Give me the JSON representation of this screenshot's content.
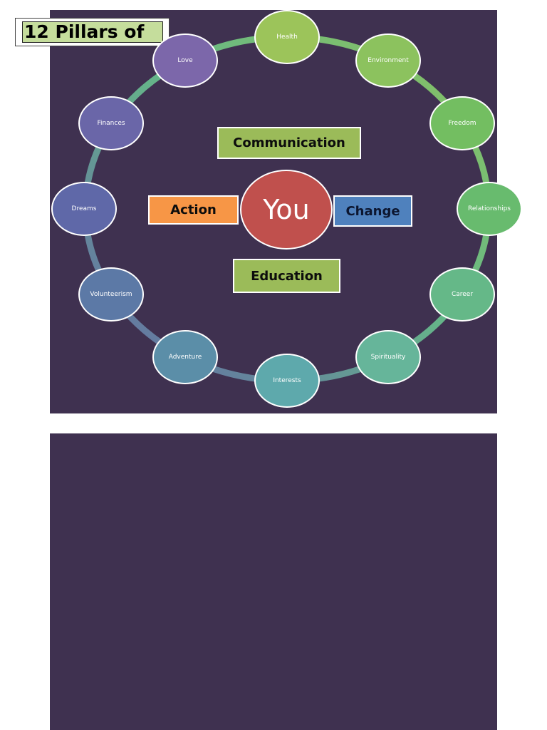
{
  "title": "12 Pillars of",
  "center": "You",
  "center_boxes": {
    "communication": "Communication",
    "action": "Action",
    "change": "Change",
    "education": "Education"
  },
  "pillars": [
    {
      "label": "Health",
      "color": "#9cc45a"
    },
    {
      "label": "Environment",
      "color": "#8cc25e"
    },
    {
      "label": "Freedom",
      "color": "#73be61"
    },
    {
      "label": "Relationships",
      "color": "#68bb6e"
    },
    {
      "label": "Career",
      "color": "#65b888"
    },
    {
      "label": "Spirituality",
      "color": "#66b59a"
    },
    {
      "label": "Interests",
      "color": "#5ea9ac"
    },
    {
      "label": "Adventure",
      "color": "#5b8ea8"
    },
    {
      "label": "Volunteerism",
      "color": "#5c79a6"
    },
    {
      "label": "Dreams",
      "color": "#5f68a8"
    },
    {
      "label": "Finances",
      "color": "#6a66a8"
    },
    {
      "label": "Love",
      "color": "#7c67aa"
    }
  ],
  "colors": {
    "slide_background": "#3f3150",
    "center_circle": "#c0504d",
    "communication_box": "#9bbb59",
    "education_box": "#9bbb59",
    "action_box": "#f79646",
    "change_box": "#4f81bd",
    "title_highlight": "#c5dd9c"
  }
}
